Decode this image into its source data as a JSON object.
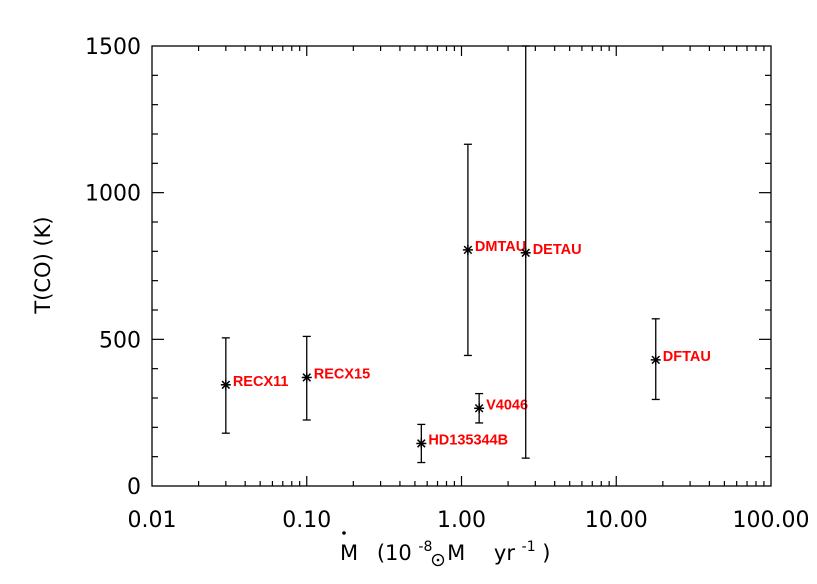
{
  "chart_data": {
    "type": "scatter",
    "x_scale": "log",
    "xlim": [
      0.01,
      100
    ],
    "ylim": [
      0,
      1500
    ],
    "grid": false,
    "x_ticks": [
      {
        "value": 0.01,
        "label": "0.01"
      },
      {
        "value": 0.1,
        "label": "0.10"
      },
      {
        "value": 1,
        "label": "1.00"
      },
      {
        "value": 10,
        "label": "10.00"
      },
      {
        "value": 100,
        "label": "100.00"
      }
    ],
    "y_ticks": [
      {
        "value": 0,
        "label": "0"
      },
      {
        "value": 500,
        "label": "500"
      },
      {
        "value": 1000,
        "label": "1000"
      },
      {
        "value": 1500,
        "label": "1500"
      }
    ],
    "xlabel": {
      "mdot": "M",
      "paren_open": "(10",
      "exp": "-8",
      "msun": "M",
      "yr": "yr",
      "yr_exp": "-1",
      "paren_close": ")"
    },
    "ylabel": "T(CO)  (K)",
    "marker": "asterisk",
    "label_color": "#ff0000",
    "points": [
      {
        "name": "RECX11",
        "x": 0.03,
        "y": 345,
        "y_lo": 180,
        "y_hi": 505
      },
      {
        "name": "RECX15",
        "x": 0.1,
        "y": 370,
        "y_lo": 225,
        "y_hi": 510
      },
      {
        "name": "HD135344B",
        "x": 0.55,
        "y": 145,
        "y_lo": 80,
        "y_hi": 210
      },
      {
        "name": "DMTAU",
        "x": 1.1,
        "y": 805,
        "y_lo": 445,
        "y_hi": 1165
      },
      {
        "name": "V4046",
        "x": 1.3,
        "y": 265,
        "y_lo": 215,
        "y_hi": 315
      },
      {
        "name": "DETAU",
        "x": 2.6,
        "y": 795,
        "y_lo": 95,
        "y_hi": 1500
      },
      {
        "name": "DFTAU",
        "x": 18,
        "y": 430,
        "y_lo": 295,
        "y_hi": 570
      }
    ]
  }
}
